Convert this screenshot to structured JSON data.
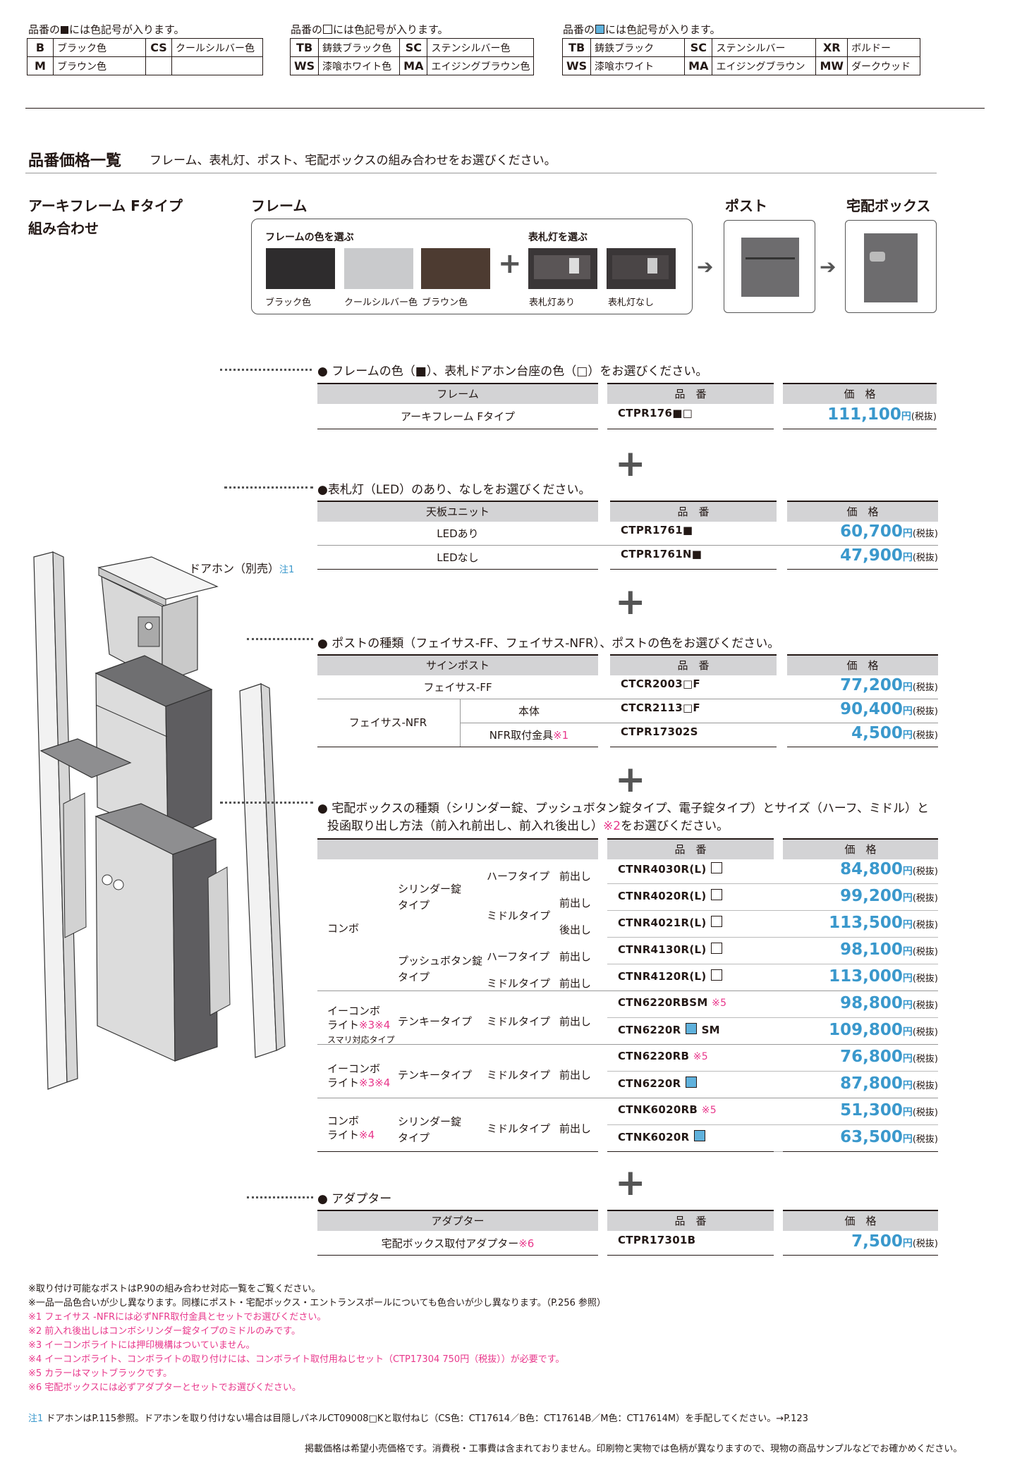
{
  "legends": [
    {
      "title_pre": "品番の",
      "title_post": "には色記号が入ります。",
      "swatch": "black",
      "rows": [
        [
          {
            "code": "B",
            "name": "ブラック色"
          },
          {
            "code": "CS",
            "name": "クールシルバー色"
          }
        ],
        [
          {
            "code": "M",
            "name": "ブラウン色"
          },
          {
            "code": "",
            "name": ""
          }
        ]
      ]
    },
    {
      "title_pre": "品番の",
      "title_post": "には色記号が入ります。",
      "swatch": "white",
      "rows": [
        [
          {
            "code": "TB",
            "name": "鋳鉄ブラック色"
          },
          {
            "code": "SC",
            "name": "ステンシルバー色"
          }
        ],
        [
          {
            "code": "WS",
            "name": "漆喰ホワイト色"
          },
          {
            "code": "MA",
            "name": "エイジングブラウン色"
          }
        ]
      ]
    },
    {
      "title_pre": "品番の",
      "title_post": "には色記号が入ります。",
      "swatch": "blue",
      "rows": [
        [
          {
            "code": "TB",
            "name": "鋳鉄ブラック"
          },
          {
            "code": "SC",
            "name": "ステンシルバー"
          },
          {
            "code": "XR",
            "name": "ボルドー"
          }
        ],
        [
          {
            "code": "WS",
            "name": "漆喰ホワイト"
          },
          {
            "code": "MA",
            "name": "エイジングブラウン"
          },
          {
            "code": "MW",
            "name": "ダークウッド"
          }
        ]
      ]
    }
  ],
  "section": {
    "title": "品番価格一覧",
    "desc": "フレーム、表札灯、ポスト、宅配ボックスの組み合わせをお選びください。"
  },
  "combo": {
    "title1": "アーキフレーム Fタイプ",
    "title2": "組み合わせ",
    "frame_label": "フレーム",
    "post_label": "ポスト",
    "box_label": "宅配ボックス",
    "choose_color": "フレームの色を選ぶ",
    "choose_light": "表札灯を選ぶ",
    "colors": [
      {
        "name": "ブラック色",
        "hex": "#2e2c2d"
      },
      {
        "name": "クールシルバー色",
        "hex": "#c9cacc"
      },
      {
        "name": "ブラウン色",
        "hex": "#4d3b31"
      }
    ],
    "lights": [
      "表札灯あり",
      "表札灯なし"
    ],
    "plus": "+",
    "arrow": "➔"
  },
  "illustration": {
    "doorphone": "ドアホン（別売）",
    "doorphone_note": "注1"
  },
  "frame_section": {
    "instruction": "● フレームの色（■）、表札ドアホン台座の色（□）をお選びください。",
    "headers": [
      "フレーム",
      "品　番",
      "価　格"
    ],
    "rows": [
      {
        "name": "アーキフレーム Fタイプ",
        "code": "CTPR176■□",
        "price": "111,100",
        "unit": "円",
        "tax": "(税抜)"
      }
    ]
  },
  "light_section": {
    "instruction": "●表札灯（LED）のあり、なしをお選びください。",
    "headers": [
      "天板ユニット",
      "品　番",
      "価　格"
    ],
    "rows": [
      {
        "name": "LEDあり",
        "code": "CTPR1761■",
        "price": "60,700",
        "unit": "円",
        "tax": "(税抜)"
      },
      {
        "name": "LEDなし",
        "code": "CTPR1761N■",
        "price": "47,900",
        "unit": "円",
        "tax": "(税抜)"
      }
    ]
  },
  "post_section": {
    "instruction": "● ポストの種類（フェイサス-FF、フェイサス-NFR）、ポストの色をお選びください。",
    "headers": [
      "サインポスト",
      "品　番",
      "価　格"
    ],
    "rows": [
      {
        "name": "フェイサス-FF",
        "sub": "",
        "code": "CTCR2003□F",
        "price": "77,200",
        "unit": "円",
        "tax": "(税抜)"
      },
      {
        "name": "フェイサス-NFR",
        "sub": "本体",
        "code": "CTCR2113□F",
        "price": "90,400",
        "unit": "円",
        "tax": "(税抜)"
      },
      {
        "name": "",
        "sub": "NFR取付金具",
        "sub_note": "※1",
        "code": "CTPR17302S",
        "price": "4,500",
        "unit": "円",
        "tax": "(税抜)"
      }
    ]
  },
  "box_section": {
    "instruction1": "● 宅配ボックスの種類（シリンダー錠、プッシュボタン錠タイプ、電子錠タイプ）とサイズ（ハーフ、ミドル）と",
    "instruction2": "投函取り出し方法（前入れ前出し、前入れ後出し）",
    "instruction2_note": "※2",
    "instruction2_end": "をお選びください。",
    "headers": [
      "",
      "品　番",
      "価　格"
    ],
    "groups": [
      {
        "name": "コンボ"
      },
      {
        "name": "イーコンボ",
        "name2": "ライト",
        "note": "※3※4",
        "name3": "スマリ対応タイプ"
      },
      {
        "name": "イーコンボ",
        "name2": "ライト",
        "note": "※3※4"
      },
      {
        "name": "コンボ",
        "name2": "ライト",
        "note": "※4"
      }
    ],
    "locks": [
      "シリンダー錠",
      "タイプ",
      "プッシュボタン錠",
      "タイプ",
      "テンキータイプ",
      "テンキータイプ",
      "シリンダー錠",
      "タイプ"
    ],
    "rows": [
      {
        "size": "ハーフタイプ",
        "dir": "前出し",
        "code": "CTNR4030R(L)",
        "sw": "white",
        "note": "",
        "price": "84,800"
      },
      {
        "size": "ミドルタイプ",
        "dir": "前出し",
        "code": "CTNR4020R(L)",
        "sw": "white",
        "note": "",
        "price": "99,200"
      },
      {
        "size": "",
        "dir": "後出し",
        "code": "CTNR4021R(L)",
        "sw": "white",
        "note": "",
        "price": "113,500"
      },
      {
        "size": "ハーフタイプ",
        "dir": "前出し",
        "code": "CTNR4130R(L)",
        "sw": "white",
        "note": "",
        "price": "98,100"
      },
      {
        "size": "ミドルタイプ",
        "dir": "前出し",
        "code": "CTNR4120R(L)",
        "sw": "white",
        "note": "",
        "price": "113,000"
      },
      {
        "size": "ミドルタイプ",
        "dir": "前出し",
        "code": "CTN6220RBSM",
        "sw": "",
        "note": "※5",
        "price": "98,800"
      },
      {
        "size": "",
        "dir": "",
        "code": "CTN6220R",
        "sw": "blue",
        "code_suffix": "SM",
        "note": "",
        "price": "109,800"
      },
      {
        "size": "ミドルタイプ",
        "dir": "前出し",
        "code": "CTN6220RB",
        "sw": "",
        "note": "※5",
        "price": "76,800"
      },
      {
        "size": "",
        "dir": "",
        "code": "CTN6220R",
        "sw": "blue",
        "note": "",
        "price": "87,800"
      },
      {
        "size": "ミドルタイプ",
        "dir": "前出し",
        "code": "CTNK6020RB",
        "sw": "",
        "note": "※5",
        "price": "51,300"
      },
      {
        "size": "",
        "dir": "",
        "code": "CTNK6020R",
        "sw": "blue",
        "note": "",
        "price": "63,500"
      }
    ],
    "unit": "円",
    "tax": "(税抜)"
  },
  "adapter_section": {
    "instruction": "● アダプター",
    "headers": [
      "アダプター",
      "品　番",
      "価　格"
    ],
    "rows": [
      {
        "name": "宅配ボックス取付アダプター",
        "note": "※6",
        "code": "CTPR17301B",
        "price": "7,500",
        "unit": "円",
        "tax": "(税抜)"
      }
    ]
  },
  "notes": [
    {
      "text": "※取り付け可能なポストはP.90の組み合わせ対応一覧をご覧ください。",
      "pink": false
    },
    {
      "text": "※一品一品色合いが少し異なります。同様にポスト・宅配ボックス・エントランスポールについても色合いが少し異なります。（P.256 参照）",
      "pink": false
    },
    {
      "text": "※1 フェイサス -NFRには必ずNFR取付金具とセットでお選びください。",
      "pink": true
    },
    {
      "text": "※2 前入れ後出しはコンボシリンダー錠タイプのミドルのみです。",
      "pink": true
    },
    {
      "text": "※3 イーコンボライトには押印機構はついていません。",
      "pink": true
    },
    {
      "text": "※4 イーコンボライト、コンボライトの取り付けには、コンボライト取付用ねじセット（CTP17304 750円（税抜））が必要です。",
      "pink": true
    },
    {
      "text": "※5 カラーはマットブラックです。",
      "pink": true
    },
    {
      "text": "※6 宅配ボックスには必ずアダプターとセットでお選びください。",
      "pink": true
    }
  ],
  "footnote": {
    "label": "注1",
    "text": "ドアホンはP.115参照。ドアホンを取り付けない場合は目隠しパネルCT09008□Kと取付ねじ（CS色：CT17614／B色：CT17614B／M色：CT17614M）を手配してください。→P.123"
  },
  "disclaimer": "掲載価格は希望小売価格です。消費税・工事費は含まれておりません。印刷物と実物では色柄が異なりますので、現物の商品サンプルなどでお確かめください。"
}
